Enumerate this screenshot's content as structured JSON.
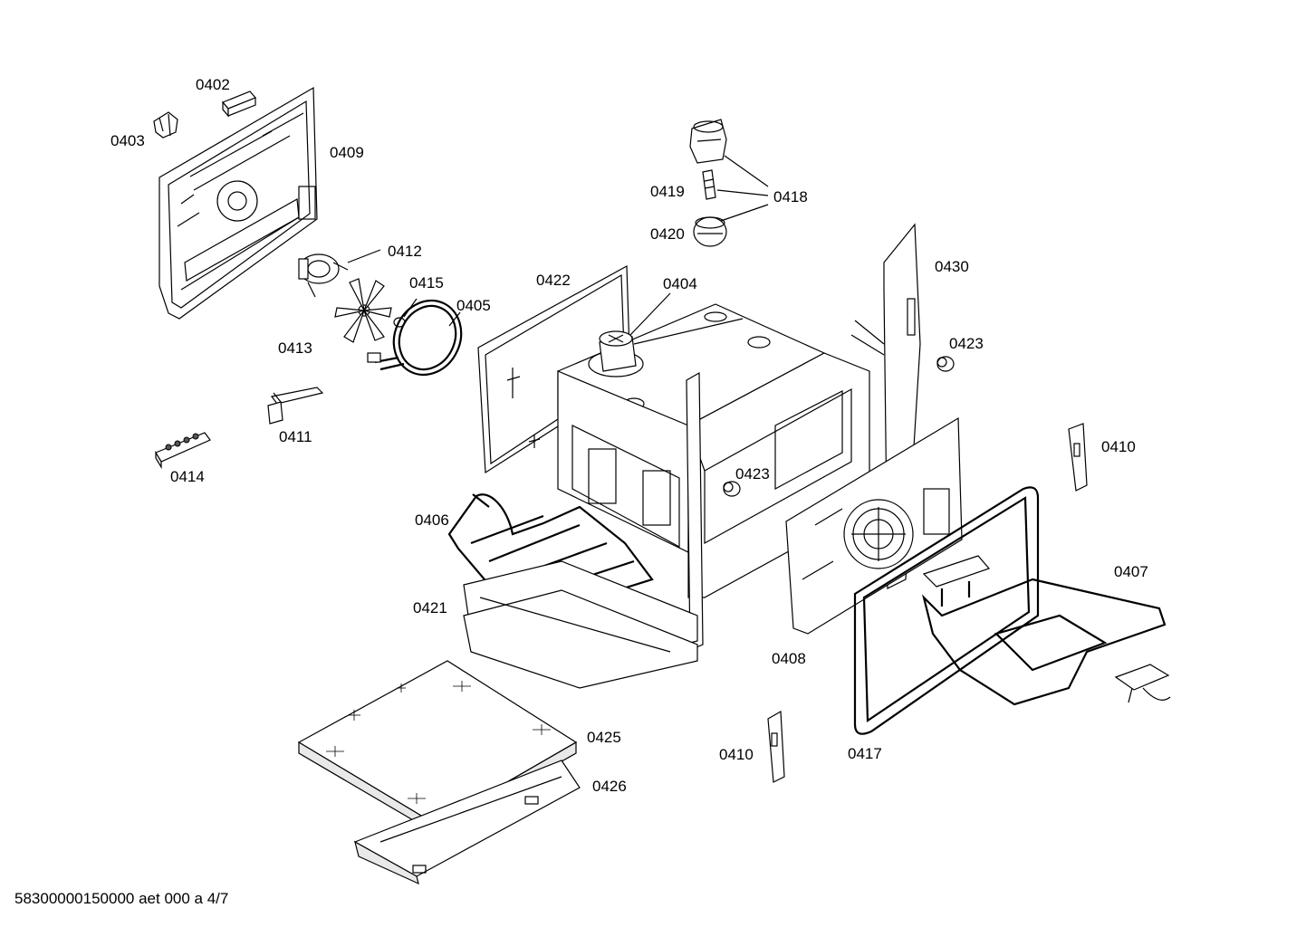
{
  "part_labels": {
    "p0402": "0402",
    "p0403": "0403",
    "p0409": "0409",
    "p0412": "0412",
    "p0415": "0415",
    "p0405": "0405",
    "p0413": "0413",
    "p0411": "0411",
    "p0414": "0414",
    "p0422": "0422",
    "p0404": "0404",
    "p0419": "0419",
    "p0418": "0418",
    "p0420": "0420",
    "p0430": "0430",
    "p0423a": "0423",
    "p0423b": "0423",
    "p0410a": "0410",
    "p0406": "0406",
    "p0421": "0421",
    "p0407": "0407",
    "p0408": "0408",
    "p0425": "0425",
    "p0426": "0426",
    "p0410b": "0410",
    "p0417": "0417"
  },
  "footer_text": "58300000150000 aet 000 a 4/7"
}
